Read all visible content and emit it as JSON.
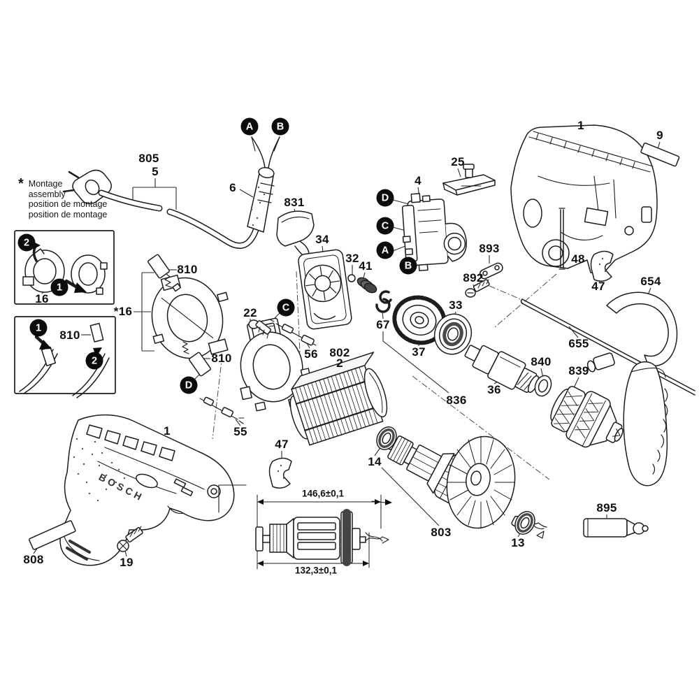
{
  "brand": "BOSCH",
  "note": {
    "star": "*",
    "line1": "Montage",
    "line2": "assembly",
    "line3": "position de montage",
    "line4": "position de montage"
  },
  "dimensions": {
    "top": "146,6±0,1",
    "bottom": "132,3±0,1"
  },
  "labels": [
    {
      "t": "805"
    },
    {
      "t": "5"
    },
    {
      "t": "6"
    },
    {
      "t": "831"
    },
    {
      "t": "34"
    },
    {
      "t": "32"
    },
    {
      "t": "41"
    },
    {
      "t": "25"
    },
    {
      "t": "4"
    },
    {
      "t": "1"
    },
    {
      "t": "9"
    },
    {
      "t": "893"
    },
    {
      "t": "892"
    },
    {
      "t": "48"
    },
    {
      "t": "47"
    },
    {
      "t": "654"
    },
    {
      "t": "655"
    },
    {
      "t": "16"
    },
    {
      "t": "810"
    },
    {
      "t": "*16"
    },
    {
      "t": "810"
    },
    {
      "t": "810"
    },
    {
      "t": "22"
    },
    {
      "t": "56"
    },
    {
      "t": "802"
    },
    {
      "t": "2"
    },
    {
      "t": "67"
    },
    {
      "t": "37"
    },
    {
      "t": "33"
    },
    {
      "t": "36"
    },
    {
      "t": "836"
    },
    {
      "t": "840"
    },
    {
      "t": "839"
    },
    {
      "t": "55"
    },
    {
      "t": "1"
    },
    {
      "t": "47"
    },
    {
      "t": "14"
    },
    {
      "t": "803"
    },
    {
      "t": "13"
    },
    {
      "t": "19"
    },
    {
      "t": "808"
    },
    {
      "t": "895"
    }
  ],
  "callouts": [
    {
      "t": "A"
    },
    {
      "t": "B"
    },
    {
      "t": "D"
    },
    {
      "t": "C"
    },
    {
      "t": "A"
    },
    {
      "t": "B"
    },
    {
      "t": "C"
    },
    {
      "t": "D"
    },
    {
      "t": "2"
    },
    {
      "t": "1"
    },
    {
      "t": "1"
    },
    {
      "t": "2"
    }
  ]
}
